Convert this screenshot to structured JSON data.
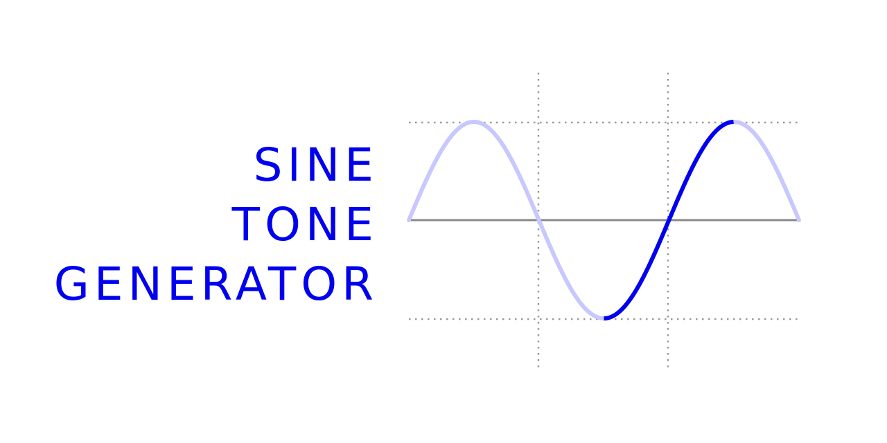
{
  "logo": {
    "title_lines": [
      "SINE",
      "TONE",
      "GENERATOR"
    ],
    "text_color": "#0000ee"
  },
  "graphic": {
    "icon": "sine-wave-icon",
    "wave_color_highlight": "#0000ee",
    "wave_color_faded": "#c8c8ff",
    "axis_color": "#888888",
    "grid_color": "#999999"
  }
}
